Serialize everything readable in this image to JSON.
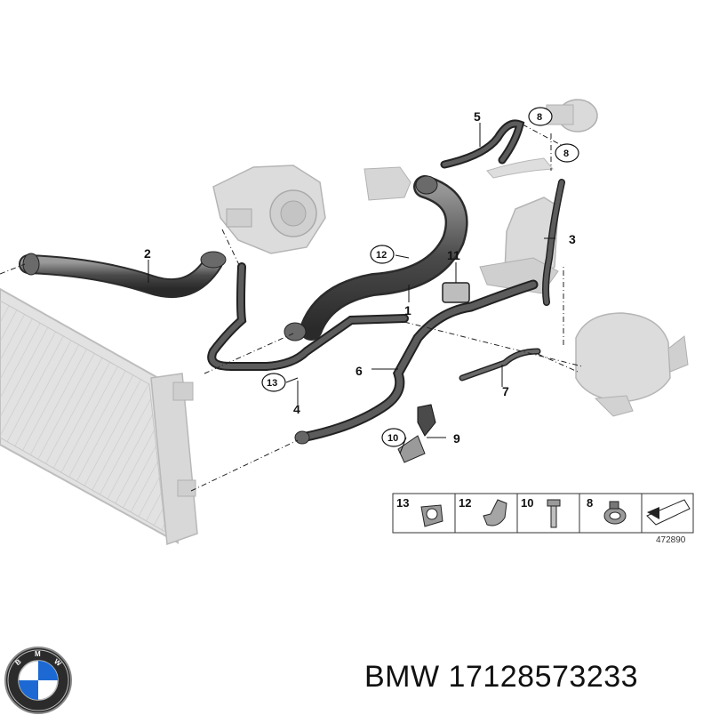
{
  "callouts": {
    "c1": "1",
    "c2": "2",
    "c3": "3",
    "c4": "4",
    "c5": "5",
    "c6": "6",
    "c7": "7",
    "c8a": "8",
    "c8b": "8",
    "c9": "9",
    "c10": "10",
    "c11": "11",
    "c12": "12",
    "c13": "13"
  },
  "legend": {
    "items": [
      "13",
      "12",
      "10",
      "8"
    ],
    "reference_number": "472890"
  },
  "brand": {
    "name": "BMW",
    "part_number": "17128573233"
  },
  "colors": {
    "hose": "#4a4a4a",
    "hose_highlight": "#8a8a8a",
    "component_gray": "#d4d4d4",
    "line": "#222222",
    "logo_blue": "#1c69d4"
  },
  "icons": {
    "logo": "bmw-roundel-icon",
    "arrow": "direction-arrow-icon"
  }
}
